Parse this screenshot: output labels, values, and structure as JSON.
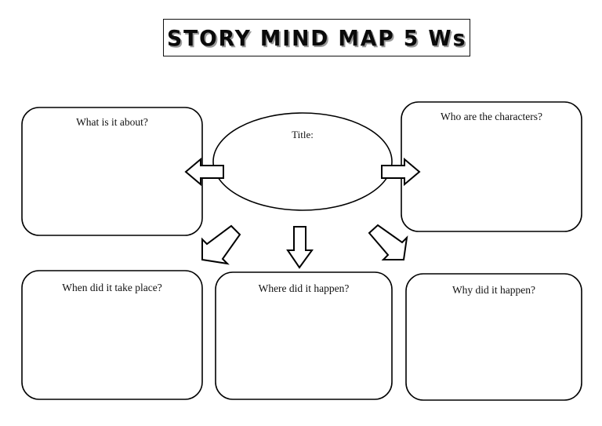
{
  "page": {
    "title_banner": "STORY MIND MAP 5 Ws",
    "background_color": "#ffffff",
    "line_color": "#000000"
  },
  "center": {
    "label": "Title:",
    "shape": "ellipse"
  },
  "boxes": [
    {
      "id": "what",
      "label": "What is it about?",
      "position": "top-left"
    },
    {
      "id": "who",
      "label": "Who are the characters?",
      "position": "top-right"
    },
    {
      "id": "when",
      "label": "When did it take place?",
      "position": "bottom-left"
    },
    {
      "id": "where",
      "label": "Where did it happen?",
      "position": "bottom-center"
    },
    {
      "id": "why",
      "label": "Why did it happen?",
      "position": "bottom-right"
    }
  ],
  "arrows": [
    {
      "id": "arrow-left",
      "direction": "left",
      "from": "center",
      "to": "what"
    },
    {
      "id": "arrow-right",
      "direction": "right",
      "from": "center",
      "to": "who"
    },
    {
      "id": "arrow-down-left",
      "direction": "down-left",
      "from": "center",
      "to": "when"
    },
    {
      "id": "arrow-down",
      "direction": "down",
      "from": "center",
      "to": "where"
    },
    {
      "id": "arrow-down-right",
      "direction": "down-right",
      "from": "center",
      "to": "why"
    }
  ]
}
